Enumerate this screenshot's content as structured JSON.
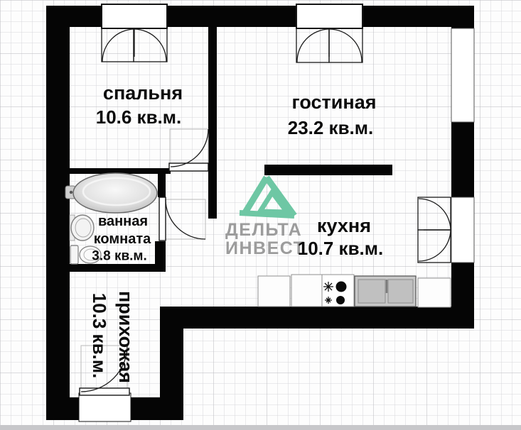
{
  "rooms": {
    "bedroom": {
      "name": "спальня",
      "area": "10.6 кв.м."
    },
    "living": {
      "name": "гостиная",
      "area": "23.2 кв.м."
    },
    "kitchen": {
      "name": "кухня",
      "area": "10.7 кв.м."
    },
    "bathroom": {
      "name_line1": "ванная",
      "name_line2": "комната",
      "area": "3.8 кв.м."
    },
    "hallway": {
      "name": "прихожая",
      "area": "10.3 кв.м."
    }
  },
  "watermark": {
    "line1": "ДЕЛЬТА",
    "line2": "ИНВЕСТ"
  },
  "fixtures": {
    "bathtub": "bathtub-icon",
    "bath_sink": "wash-basin-icon",
    "toilet": "toilet-icon",
    "stove": "stove-4-burner-icon",
    "kitchen_sink": "double-sink-icon",
    "counters": "kitchen-counter-icon",
    "logo": "delta-triangle-logo"
  },
  "colors": {
    "walls": "#050505",
    "paper": "#fdfdfd",
    "grid_minor": "#d6d6da",
    "grid_major": "#b8b8bd",
    "watermark_text": "#9c9c9c",
    "logo_teal": "#6ec7a4"
  }
}
